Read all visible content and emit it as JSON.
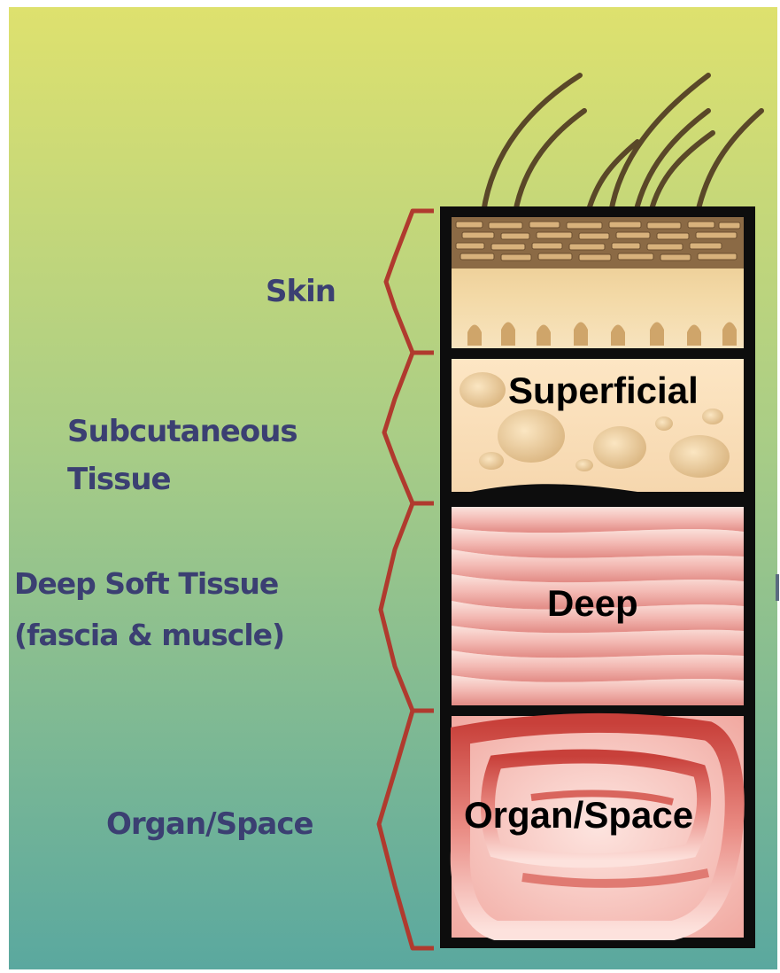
{
  "diagram": {
    "layers": [
      {
        "id": "skin",
        "label": "Skin",
        "inner_label": ""
      },
      {
        "id": "subcutaneous",
        "label": "Subcutaneous Tissue",
        "label_line1": "Subcutaneous",
        "label_line2": "Tissue",
        "inner_label": "Superficial"
      },
      {
        "id": "deep",
        "label": "Deep Soft Tissue (fascia & muscle)",
        "label_line1": "Deep Soft Tissue",
        "label_line2": "(fascia & muscle)",
        "inner_label": "Deep"
      },
      {
        "id": "organ",
        "label": "Organ/Space",
        "inner_label": "Organ/Space"
      }
    ],
    "colors": {
      "background_top": "#dee16e",
      "background_bottom": "#5aa89f",
      "label_text": "#3b3f72",
      "bracket": "#b03a2e",
      "box_border": "#0d0d0d",
      "skin_top": "#8b6a45",
      "skin_dermis": "#f0d49a",
      "fat": "#fbe1ba",
      "muscle": "#f2b5b0",
      "organ": "#fbd3cd"
    }
  }
}
